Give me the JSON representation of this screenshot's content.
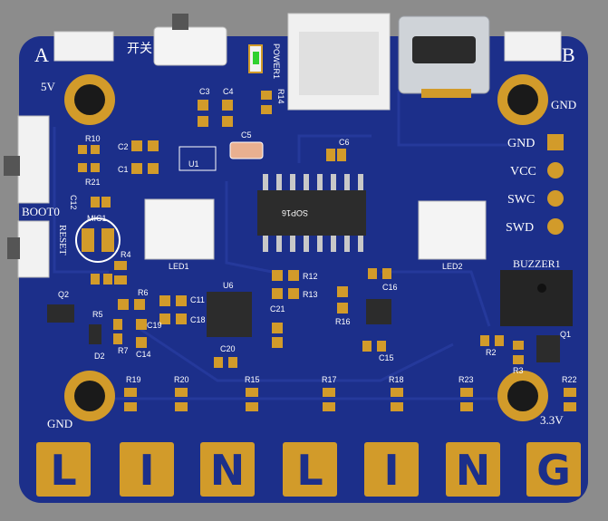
{
  "corner_labels": {
    "a": "A",
    "b": "B",
    "five_v": "5V",
    "gnd_top": "GND",
    "gnd_bottom": "GND",
    "three_v3": "3.3V"
  },
  "switch_label": "开关",
  "power_label": "POWER1",
  "header_pins": [
    {
      "label": "GND"
    },
    {
      "label": "VCC"
    },
    {
      "label": "SWC"
    },
    {
      "label": "SWD"
    }
  ],
  "buttons": {
    "boot": "BOOT0",
    "reset": "RESET",
    "buzzer": "BUZZER1"
  },
  "chips": {
    "sop16": "SOP16",
    "u1": "U1",
    "u6": "U6",
    "q1": "Q1",
    "q2": "Q2",
    "d2": "D2"
  },
  "leds": {
    "led1": "LED1",
    "led2": "LED2"
  },
  "mic": "MIC1",
  "designators": {
    "r10": "R10",
    "r21": "R21",
    "r14": "R14",
    "c3": "C3",
    "c4": "C4",
    "c2": "C2",
    "c1": "C1",
    "c5": "C5",
    "c6": "C6",
    "c12": "C12",
    "r4": "R4",
    "r6": "R6",
    "r5": "R5",
    "r7": "R7",
    "c14": "C14",
    "c11": "C11",
    "c18": "C18",
    "c19": "C19",
    "r12": "R12",
    "r13": "R13",
    "c21": "C21",
    "c20": "C20",
    "r16": "R16",
    "c16": "C16",
    "c15": "C15",
    "r2": "R2",
    "r3": "R3",
    "r19": "R19",
    "r20": "R20",
    "r15": "R15",
    "r17": "R17",
    "r18": "R18",
    "r23": "R23",
    "r22": "R22"
  },
  "bottom_letters": [
    "L",
    "I",
    "N",
    "L",
    "I",
    "N",
    "G"
  ],
  "colors": {
    "board": "#1c2f8a",
    "gold": "#d29b2a",
    "silk": "#ffffff",
    "background": "#8c8c8c"
  }
}
